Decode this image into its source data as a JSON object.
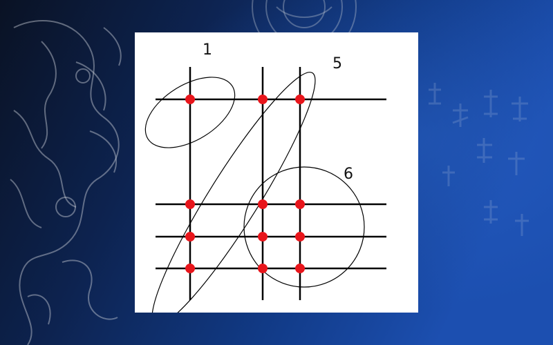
{
  "background": {
    "colors": {
      "left": "#0a1224",
      "mid": "#0d2a63",
      "right": "#1c4fb0",
      "ornament": "#c9cfd8"
    },
    "ornaments": [
      "dragon",
      "seal",
      "calligraphy"
    ]
  },
  "diagram": {
    "labels": [
      {
        "id": "label-1",
        "text": "1"
      },
      {
        "id": "label-5",
        "text": "5"
      },
      {
        "id": "label-6",
        "text": "6"
      }
    ],
    "line_color": "#000000",
    "dot_color": "#e8151b",
    "dot_count": 12
  }
}
